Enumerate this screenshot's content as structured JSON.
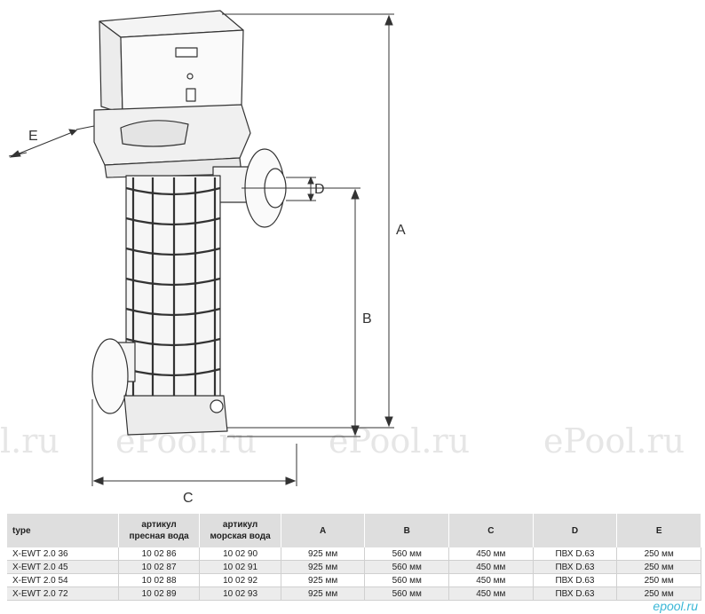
{
  "labels": {
    "A": "A",
    "B": "B",
    "C": "C",
    "D": "D",
    "E": "E"
  },
  "watermarks": [
    "l.ru",
    "ePool.ru",
    "ePool.ru",
    "ePool.ru"
  ],
  "corner_watermark": "epool.ru",
  "table": {
    "headers": [
      {
        "line1": "type",
        "line2": ""
      },
      {
        "line1": "артикул",
        "line2": "пресная вода"
      },
      {
        "line1": "артикул",
        "line2": "морская вода"
      },
      {
        "line1": "A",
        "line2": ""
      },
      {
        "line1": "B",
        "line2": ""
      },
      {
        "line1": "C",
        "line2": ""
      },
      {
        "line1": "D",
        "line2": ""
      },
      {
        "line1": "E",
        "line2": ""
      }
    ],
    "rows": [
      [
        "X-EWT 2.0  36",
        "10 02 86",
        "10 02 90",
        "925 мм",
        "560 мм",
        "450 мм",
        "ПВХ D.63",
        "250 мм"
      ],
      [
        "X-EWT 2.0  45",
        "10 02 87",
        "10 02 91",
        "925 мм",
        "560 мм",
        "450 мм",
        "ПВХ D.63",
        "250 мм"
      ],
      [
        "X-EWT 2.0  54",
        "10 02 88",
        "10 02 92",
        "925 мм",
        "560 мм",
        "450 мм",
        "ПВХ D.63",
        "250 мм"
      ],
      [
        "X-EWT 2.0  72",
        "10 02 89",
        "10 02 93",
        "925 мм",
        "560 мм",
        "450 мм",
        "ПВХ D.63",
        "250 мм"
      ]
    ]
  },
  "colors": {
    "header_bg": "#dedede",
    "alt_row_bg": "#ececec",
    "line": "#333333",
    "watermark": "#e6e6e6"
  }
}
